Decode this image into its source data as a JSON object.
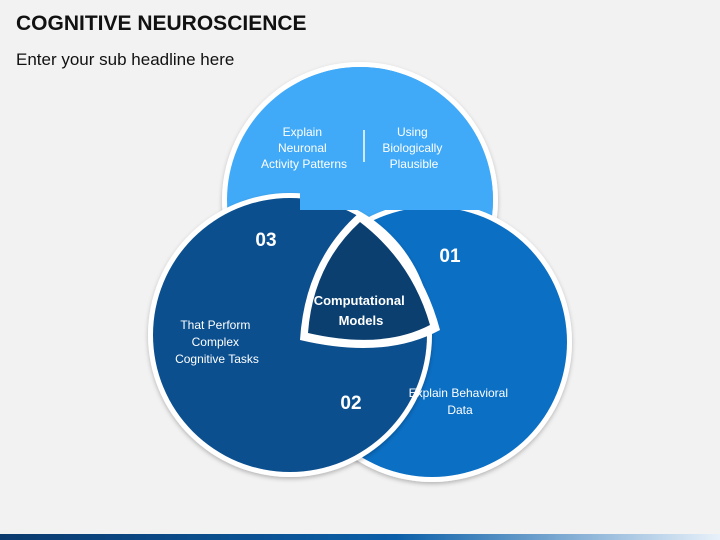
{
  "header": {
    "title": "COGNITIVE NEUROSCIENCE",
    "subtitle": "Enter your sub headline here"
  },
  "diagram": {
    "center_line1": "Computational",
    "center_line2": "Models",
    "circle_01": {
      "number": "01",
      "left_text": [
        "Explain",
        "Neuronal",
        "Activity Patterns"
      ],
      "right_text": [
        "Using",
        "Biologically",
        "Plausible"
      ]
    },
    "circle_02": {
      "number": "02",
      "text": [
        "Explain Behavioral",
        "Data"
      ]
    },
    "circle_03": {
      "number": "03",
      "text": [
        "That Perform",
        "Complex",
        "Cognitive Tasks"
      ]
    }
  },
  "colors": {
    "circle_01": "#41aaf8",
    "circle_02": "#0b6fc4",
    "circle_03": "#0b4f8f",
    "center": "#0a3f70",
    "background": "#f2f2f2"
  }
}
